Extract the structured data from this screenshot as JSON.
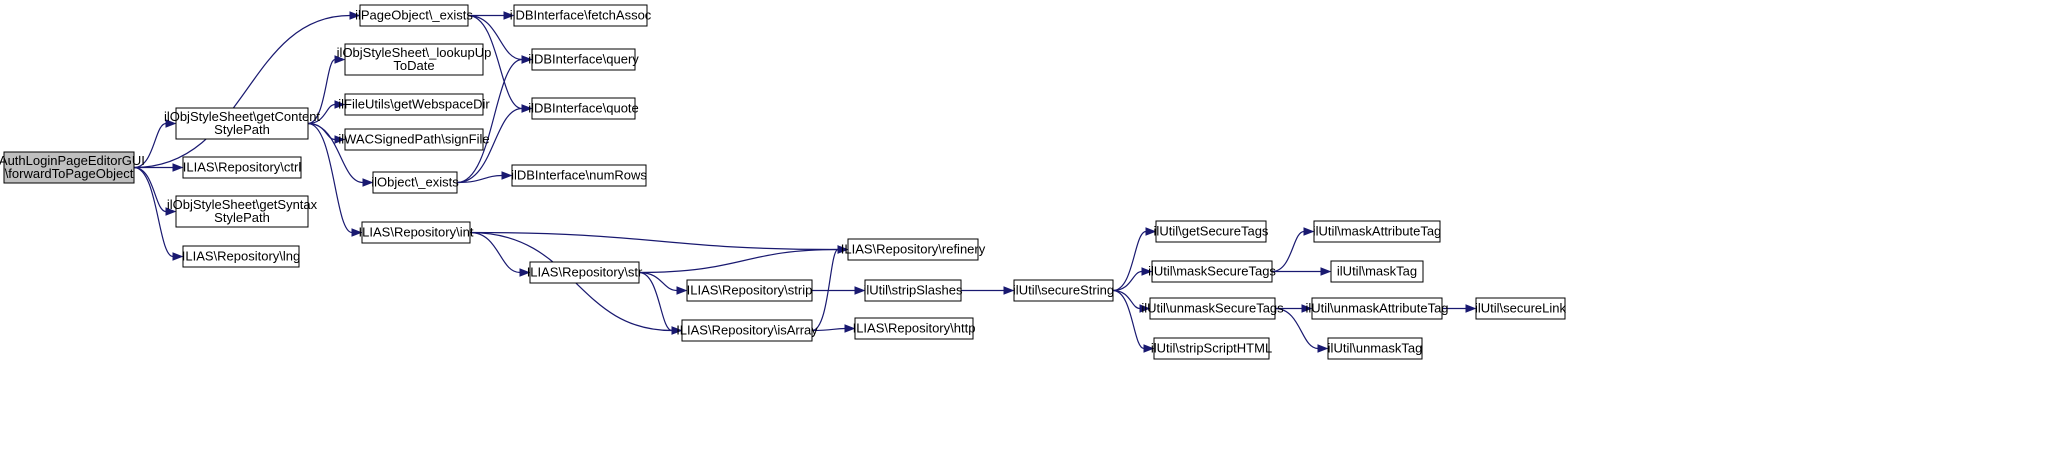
{
  "diagram": {
    "nodes": [
      {
        "id": "root",
        "lines": [
          "ilAuthLoginPageEditorGUI",
          "\\forwardToPageObject"
        ],
        "highlighted": true
      },
      {
        "id": "pageobject_exists",
        "lines": [
          "ilPageObject\\_exists"
        ]
      },
      {
        "id": "getcontentstylepath",
        "lines": [
          "ilObjStyleSheet\\getContent",
          "StylePath"
        ]
      },
      {
        "id": "ctrl",
        "lines": [
          "ILIAS\\Repository\\ctrl"
        ]
      },
      {
        "id": "getsyntaxstylepath",
        "lines": [
          "ilObjStyleSheet\\getSyntax",
          "StylePath"
        ]
      },
      {
        "id": "lng",
        "lines": [
          "ILIAS\\Repository\\lng"
        ]
      },
      {
        "id": "fetchassoc",
        "lines": [
          "ilDBInterface\\fetchAssoc"
        ]
      },
      {
        "id": "lookuptodate",
        "lines": [
          "ilObjStyleSheet\\_lookupUp",
          "ToDate"
        ]
      },
      {
        "id": "getwebspacedir",
        "lines": [
          "ilFileUtils\\getWebspaceDir"
        ]
      },
      {
        "id": "signfile",
        "lines": [
          "ilWACSignedPath\\signFile"
        ]
      },
      {
        "id": "object_exists",
        "lines": [
          "ilObject\\_exists"
        ]
      },
      {
        "id": "int",
        "lines": [
          "ILIAS\\Repository\\int"
        ]
      },
      {
        "id": "query",
        "lines": [
          "ilDBInterface\\query"
        ]
      },
      {
        "id": "quote",
        "lines": [
          "ilDBInterface\\quote"
        ]
      },
      {
        "id": "numrows",
        "lines": [
          "ilDBInterface\\numRows"
        ]
      },
      {
        "id": "str",
        "lines": [
          "ILIAS\\Repository\\str"
        ]
      },
      {
        "id": "strip",
        "lines": [
          "ILIAS\\Repository\\strip"
        ]
      },
      {
        "id": "isarray",
        "lines": [
          "ILIAS\\Repository\\isArray"
        ]
      },
      {
        "id": "refinery",
        "lines": [
          "ILIAS\\Repository\\refinery"
        ]
      },
      {
        "id": "stripslashes",
        "lines": [
          "ilUtil\\stripSlashes"
        ]
      },
      {
        "id": "http",
        "lines": [
          "ILIAS\\Repository\\http"
        ]
      },
      {
        "id": "securestring",
        "lines": [
          "ilUtil\\secureString"
        ]
      },
      {
        "id": "getsecuretags",
        "lines": [
          "ilUtil\\getSecureTags"
        ]
      },
      {
        "id": "masksecuretags",
        "lines": [
          "ilUtil\\maskSecureTags"
        ]
      },
      {
        "id": "unmasksecuretags",
        "lines": [
          "ilUtil\\unmaskSecureTags"
        ]
      },
      {
        "id": "stripscripthtml",
        "lines": [
          "ilUtil\\stripScriptHTML"
        ]
      },
      {
        "id": "maskattributetag",
        "lines": [
          "ilUtil\\maskAttributeTag"
        ]
      },
      {
        "id": "masktag",
        "lines": [
          "ilUtil\\maskTag"
        ]
      },
      {
        "id": "unmaskattributetag",
        "lines": [
          "ilUtil\\unmaskAttributeTag"
        ]
      },
      {
        "id": "unmasktag",
        "lines": [
          "ilUtil\\unmaskTag"
        ]
      },
      {
        "id": "securelink",
        "lines": [
          "ilUtil\\secureLink"
        ]
      }
    ],
    "edges": [
      [
        "root",
        "pageobject_exists"
      ],
      [
        "root",
        "getcontentstylepath"
      ],
      [
        "root",
        "ctrl"
      ],
      [
        "root",
        "getsyntaxstylepath"
      ],
      [
        "root",
        "lng"
      ],
      [
        "pageobject_exists",
        "fetchassoc"
      ],
      [
        "pageobject_exists",
        "query"
      ],
      [
        "pageobject_exists",
        "quote"
      ],
      [
        "getcontentstylepath",
        "lookuptodate"
      ],
      [
        "getcontentstylepath",
        "getwebspacedir"
      ],
      [
        "getcontentstylepath",
        "signfile"
      ],
      [
        "getcontentstylepath",
        "object_exists"
      ],
      [
        "getcontentstylepath",
        "int"
      ],
      [
        "object_exists",
        "query"
      ],
      [
        "object_exists",
        "quote"
      ],
      [
        "object_exists",
        "numrows"
      ],
      [
        "int",
        "refinery"
      ],
      [
        "int",
        "str"
      ],
      [
        "int",
        "isarray"
      ],
      [
        "str",
        "refinery"
      ],
      [
        "str",
        "strip"
      ],
      [
        "str",
        "isarray"
      ],
      [
        "strip",
        "stripslashes"
      ],
      [
        "isarray",
        "refinery"
      ],
      [
        "isarray",
        "http"
      ],
      [
        "stripslashes",
        "securestring"
      ],
      [
        "securestring",
        "getsecuretags"
      ],
      [
        "securestring",
        "masksecuretags"
      ],
      [
        "securestring",
        "unmasksecuretags"
      ],
      [
        "securestring",
        "stripscripthtml"
      ],
      [
        "masksecuretags",
        "maskattributetag"
      ],
      [
        "masksecuretags",
        "masktag"
      ],
      [
        "unmasksecuretags",
        "unmaskattributetag"
      ],
      [
        "unmasksecuretags",
        "unmasktag"
      ],
      [
        "unmaskattributetag",
        "securelink"
      ]
    ]
  }
}
